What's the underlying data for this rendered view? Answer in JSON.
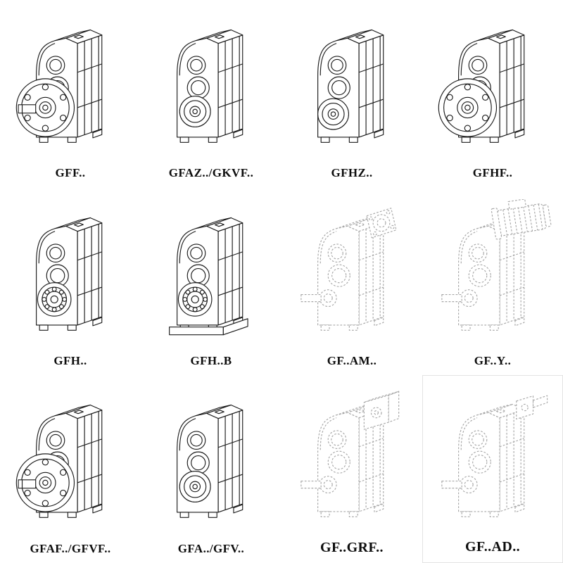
{
  "page": {
    "background": "#ffffff",
    "solid_line_color": "#1b1b1b",
    "dashed_line_color": "#a6a6a6"
  },
  "catalog": {
    "items": [
      {
        "label": "GFF..",
        "style": "solid",
        "drawing": "flange-output-gearbox"
      },
      {
        "label": "GFAZ../GKVF..",
        "style": "solid",
        "drawing": "hollow-shaft-gearbox"
      },
      {
        "label": "GFHZ..",
        "style": "solid",
        "drawing": "shaft-mounted-gearbox"
      },
      {
        "label": "GFHF..",
        "style": "solid",
        "drawing": "flange-mounted-gearbox"
      },
      {
        "label": "GFH..",
        "style": "solid",
        "drawing": "bearing-output-gearbox"
      },
      {
        "label": "GFH..B",
        "style": "solid",
        "drawing": "foot-mounted-gearbox"
      },
      {
        "label": "GF..AM..",
        "style": "dashed",
        "drawing": "motor-adapter-flange-gearbox"
      },
      {
        "label": "GF..Y..",
        "style": "dashed",
        "drawing": "gearbox-with-motor"
      },
      {
        "label": "GFAF../GFVF..",
        "style": "solid",
        "drawing": "flange-output-gearbox-large"
      },
      {
        "label": "GFA../GFV..",
        "style": "solid",
        "drawing": "hollow-shaft-gearbox"
      },
      {
        "label": "GF..GRF..",
        "style": "dashed",
        "drawing": "combined-gear-unit"
      },
      {
        "label": "GF..AD..",
        "style": "dashed",
        "drawing": "input-shaft-adapter-gearbox"
      }
    ]
  }
}
